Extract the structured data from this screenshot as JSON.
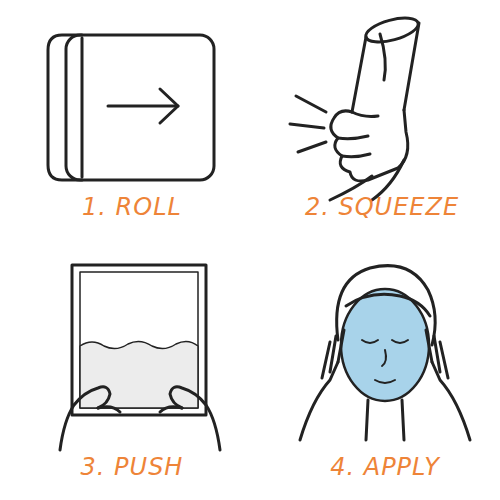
{
  "diagram": {
    "labels": [
      "1. ROLL",
      "2. SQUEEZE",
      "3. PUSH",
      "4. APPLY"
    ]
  }
}
